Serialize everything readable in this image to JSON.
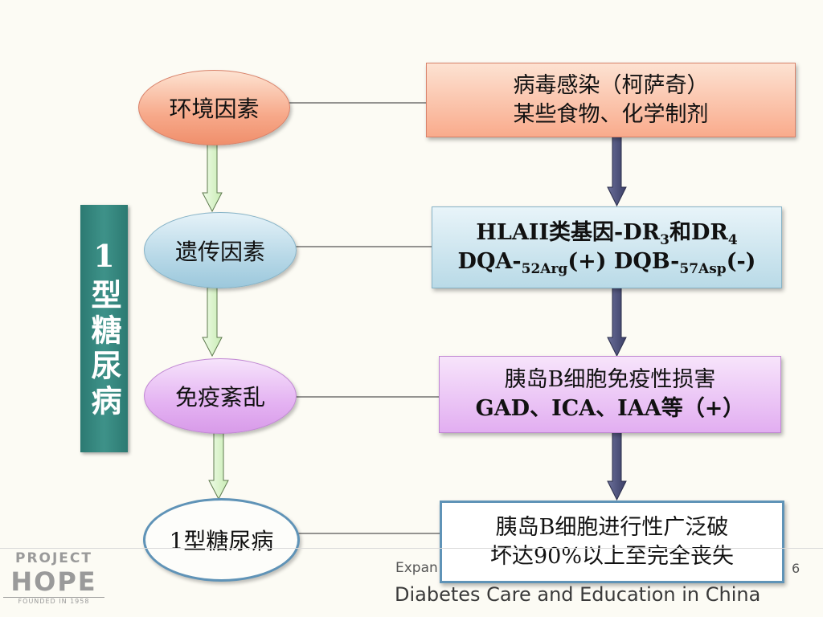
{
  "side_banner": "1型糖尿病",
  "factors": {
    "environment": "环境因素",
    "genetic": "遗传因素",
    "immune": "免疫紊乱",
    "type1": "1型糖尿病"
  },
  "boxes": {
    "environment": {
      "line1": "病毒感染（柯萨奇）",
      "line2": "某些食物、化学制剂"
    },
    "genetic": {
      "l1_a": "HLAII类基因-DR",
      "l1_sub1": "3",
      "l1_b": "和DR",
      "l1_sub2": "4",
      "l2_a": "DQA-",
      "l2_sub1": "52Arg",
      "l2_b": "(+) DQB-",
      "l2_sub2": "57Asp",
      "l2_c": "(-)"
    },
    "immune": {
      "line1": "胰岛B细胞免疫性损害",
      "line2": "GAD、ICA、IAA等（+）"
    },
    "type1": {
      "line1": "胰岛B细胞进行性广泛破",
      "line2": "坏达90%以上至完全丧失"
    }
  },
  "footer": {
    "logo_line1": "PROJECT",
    "logo_line2": "HOPE",
    "logo_line3": "FOUNDED IN 1958",
    "subtitle": "Expan",
    "title": "Diabetes Care and Education in China",
    "page": "6"
  },
  "colors": {
    "banner": "#2c7a72",
    "left_arrow_fill": "#d8f4c8",
    "left_arrow_stroke": "#5e7a4e",
    "right_arrow_fill": "#4a4e78"
  }
}
